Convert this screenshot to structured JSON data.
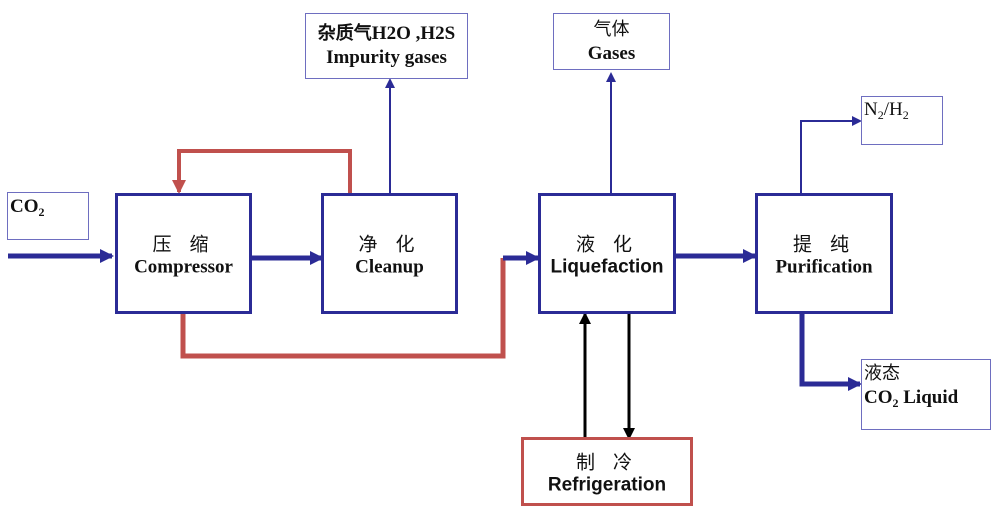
{
  "title": "CO2 capture process flow",
  "colors": {
    "process_border": "#2b2b96",
    "recycle_line": "#c0504d",
    "refrigeration_line": "#000000"
  },
  "inputs": {
    "co2": {
      "text": "CO",
      "sub": "2"
    }
  },
  "processes": {
    "compressor": {
      "zh": "压 缩",
      "en": "Compressor"
    },
    "cleanup": {
      "zh": "净 化",
      "en": "Cleanup"
    },
    "liquefaction": {
      "zh": "液 化",
      "en": "Liquefaction"
    },
    "purification": {
      "zh": "提 纯",
      "en": "Purification"
    },
    "refrigeration": {
      "zh": "制 冷",
      "en": "Refrigeration"
    }
  },
  "outputs": {
    "impurity": {
      "zh": "杂质气",
      "formula": "H2O ,H2S",
      "en": "Impurity gases"
    },
    "gases": {
      "zh": "气体",
      "en": "Gases"
    },
    "n2h2": {
      "n": "N",
      "n_sub": "2",
      "slash": "/H",
      "h_sub": "2"
    },
    "co2_liquid": {
      "zh": "液态",
      "co": "CO",
      "co_sub": "2",
      "en": " Liquid"
    }
  }
}
